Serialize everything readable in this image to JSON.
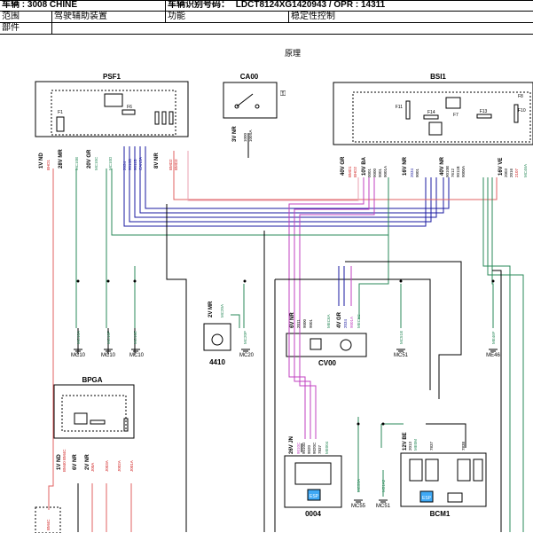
{
  "header": {
    "vehicle_label": "车辆 : 3008 CHINE",
    "vin_label": "车辆识别号码：",
    "vin_value": "LDCT8124XG1420943 / OPR : 14311",
    "scope_label": "范围",
    "scope_value": "驾驶辅助装置",
    "function_label": "功能",
    "function_value": "稳定性控制",
    "part_label": "部件"
  },
  "diagram": {
    "title": "原理",
    "components": {
      "psf1": "PSF1",
      "ca00": "CA00",
      "bsi1": "BSI1",
      "bpga": "BPGA",
      "c4410": "4410",
      "cv00": "CV00",
      "c0004": "0004",
      "bcm1": "BCM1",
      "esp1": "ESP",
      "esp2": "ESP"
    },
    "connectors": {
      "psf_1v": "1V ND",
      "psf_28v": "28V MR",
      "psf_20v": "20V GR",
      "psf_8v": "8V NR",
      "ca_3v": "3V NR",
      "bsi_10v": "10V BA",
      "bsi_16v": "16V NR",
      "bsi_40v": "40V NR",
      "bsi_16v_ve": "16V VE",
      "bsi_40v_gr": "40V GR",
      "bpga_1v": "1V ND",
      "bpga_6v": "6V NR",
      "bpga_2v": "2V NR",
      "c4410_2v": "2V MR",
      "cv00_6v": "6V NR",
      "cv00_4v": "4V GR",
      "c0004_26v": "26V JN",
      "bcm_12v": "12V BE"
    },
    "fuses": {
      "f1": "F1",
      "f6": "F6",
      "f11": "F11",
      "f14": "F14",
      "f13": "F13",
      "f10": "F10",
      "f8": "F8",
      "f7": "F7"
    },
    "wires": {
      "w_bhd1": "BHD1",
      "w_mc10b": "MC10B",
      "w_mc10c": "MC10C",
      "w_mc10d": "MC10D",
      "w_2034": "2034",
      "w_9010b": "9010B",
      "w_9011b": "9011B",
      "w_can": "CAN3A",
      "w_bmd2": "BMD2",
      "w_bmd3": "BMD3",
      "w_1000": "1000",
      "w_100sa": "100SA",
      "w_bmd1": "BMD1",
      "w_bhd2": "BHD2",
      "w_bsi_a": "0001",
      "w_bsi_b": "9000",
      "w_bsi_c": "9001",
      "w_bsi_d": "9001A",
      "w_bsi_e": "2034",
      "w_bsi_f": "9001",
      "w_bsi_g": "9010B",
      "w_bsi_h": "7612",
      "w_bsi_i": "9011B",
      "w_bsi_j": "9000A",
      "w_bsi_k": "2003",
      "w_bsi_l": "2016",
      "w_bsi_m": "2107",
      "w_bsi_n": "MC46A",
      "w_mc10a": "MC10A",
      "w_mc10f": "MC10F",
      "w_mc10e": "MC10E",
      "w_mc20p": "MC20P",
      "w_mc51b": "MC51B",
      "w_me46f": "ME46F",
      "w_mc20a": "MC20A",
      "w_cv_a": "2011",
      "w_cv_b": "9000",
      "w_cv_c": "9001",
      "w_cv_d": "MEC6A",
      "w_cv_e": "2034",
      "w_cv_f": "9001A",
      "w_cv_g": "MEC6C",
      "w_0004_a": "9010C",
      "w_0004_b": "9010D",
      "w_0004_c": "9020",
      "w_0004_d": "9020C",
      "w_0004_e": "7837",
      "w_0004_f": "ME004",
      "w_mc55a": "MC55A",
      "w_m51a2": "M51A2",
      "w_bcm_a": "2013",
      "w_bcm_b": "ME0M",
      "w_bcm_c": "7837",
      "w_bcm_d": "7838",
      "w_bpga_a": "BM40 BM4C",
      "w_bpga_b": "J00A",
      "w_bpga_c": "J003A",
      "w_bpga_d": "J002A",
      "w_bpga_e": "J001A",
      "w_bm4c": "BM4C"
    },
    "grounds": {
      "g_mc10_1": "MC10",
      "g_mc10_2": "MC10",
      "g_mc10_3": "MC10",
      "g_mc20": "MC20",
      "g_mc51": "MC51",
      "g_me46": "ME46",
      "g_mc55": "MC55",
      "g_mc51b": "MC51"
    }
  }
}
